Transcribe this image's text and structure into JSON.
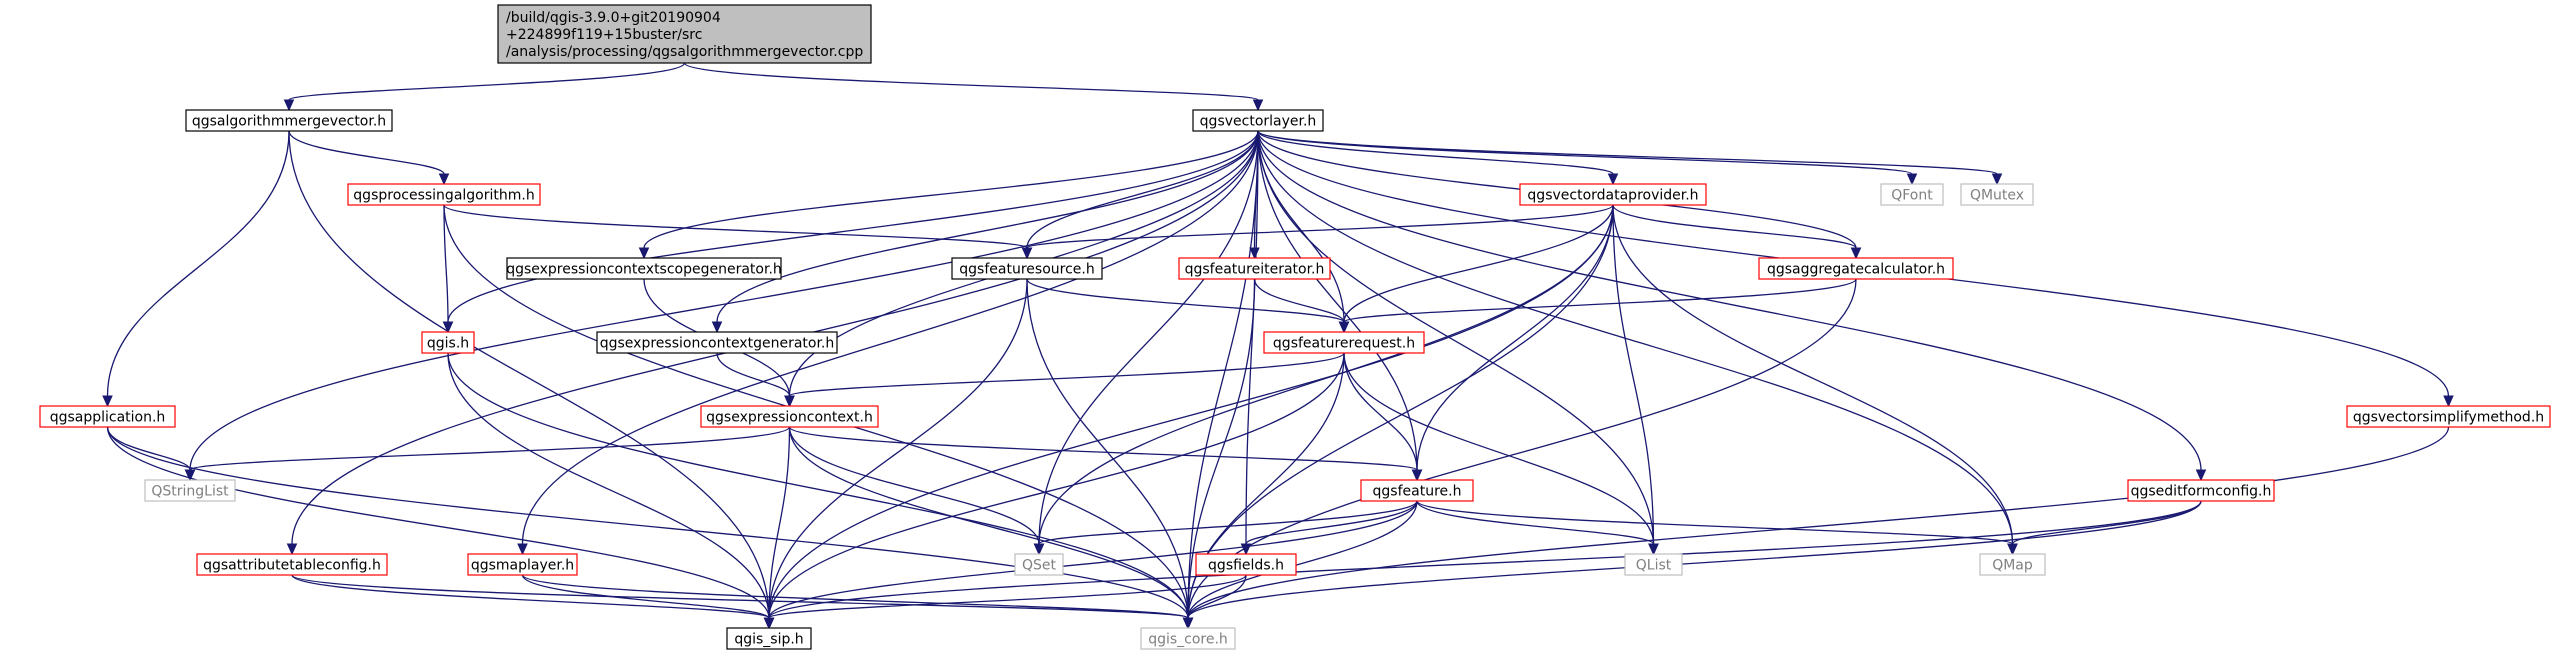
{
  "colors": {
    "edge": "#191970",
    "node_text": "#000000",
    "node_fill": "#ffffff",
    "root_fill": "#bfbfbf",
    "border_black": "#000000",
    "border_red": "#ff0000",
    "border_grey": "#bfbfbf",
    "text_grey": "#808080"
  },
  "nodes": [
    {
      "id": "root",
      "lines": [
        "/build/qgis-3.9.0+git20190904",
        "+224899f119+15buster/src",
        "/analysis/processing/qgsalgorithmmergevector.cpp"
      ],
      "style": "root"
    },
    {
      "id": "mergevector_h",
      "lines": [
        "qgsalgorithmmergevector.h"
      ],
      "style": "black"
    },
    {
      "id": "vectorlayer_h",
      "lines": [
        "qgsvectorlayer.h"
      ],
      "style": "black"
    },
    {
      "id": "processingalgorithm_h",
      "lines": [
        "qgsprocessingalgorithm.h"
      ],
      "style": "red"
    },
    {
      "id": "vectordataprovider_h",
      "lines": [
        "qgsvectordataprovider.h"
      ],
      "style": "red"
    },
    {
      "id": "qfont",
      "lines": [
        "QFont"
      ],
      "style": "grey"
    },
    {
      "id": "qmutex",
      "lines": [
        "QMutex"
      ],
      "style": "grey"
    },
    {
      "id": "scopegenerator_h",
      "lines": [
        "qgsexpressioncontextscopegenerator.h"
      ],
      "style": "black"
    },
    {
      "id": "featuresource_h",
      "lines": [
        "qgsfeaturesource.h"
      ],
      "style": "black"
    },
    {
      "id": "featureiterator_h",
      "lines": [
        "qgsfeatureiterator.h"
      ],
      "style": "red"
    },
    {
      "id": "aggregatecalculator_h",
      "lines": [
        "qgsaggregatecalculator.h"
      ],
      "style": "red"
    },
    {
      "id": "qgis_h",
      "lines": [
        "qgis.h"
      ],
      "style": "red"
    },
    {
      "id": "contextgenerator_h",
      "lines": [
        "qgsexpressioncontextgenerator.h"
      ],
      "style": "black"
    },
    {
      "id": "featurerequest_h",
      "lines": [
        "qgsfeaturerequest.h"
      ],
      "style": "red"
    },
    {
      "id": "application_h",
      "lines": [
        "qgsapplication.h"
      ],
      "style": "red"
    },
    {
      "id": "expressioncontext_h",
      "lines": [
        "qgsexpressioncontext.h"
      ],
      "style": "red"
    },
    {
      "id": "vectorsimplifymethod_h",
      "lines": [
        "qgsvectorsimplifymethod.h"
      ],
      "style": "red"
    },
    {
      "id": "qstringlist",
      "lines": [
        "QStringList"
      ],
      "style": "grey"
    },
    {
      "id": "feature_h",
      "lines": [
        "qgsfeature.h"
      ],
      "style": "red"
    },
    {
      "id": "editformconfig_h",
      "lines": [
        "qgseditformconfig.h"
      ],
      "style": "red"
    },
    {
      "id": "attributetableconfig_h",
      "lines": [
        "qgsattributetableconfig.h"
      ],
      "style": "red"
    },
    {
      "id": "maplayer_h",
      "lines": [
        "qgsmaplayer.h"
      ],
      "style": "red"
    },
    {
      "id": "qset",
      "lines": [
        "QSet"
      ],
      "style": "grey"
    },
    {
      "id": "fields_h",
      "lines": [
        "qgsfields.h"
      ],
      "style": "red"
    },
    {
      "id": "qlist",
      "lines": [
        "QList"
      ],
      "style": "grey"
    },
    {
      "id": "qmap",
      "lines": [
        "QMap"
      ],
      "style": "grey"
    },
    {
      "id": "sip_h",
      "lines": [
        "qgis_sip.h"
      ],
      "style": "black"
    },
    {
      "id": "core_h",
      "lines": [
        "qgis_core.h"
      ],
      "style": "grey"
    }
  ],
  "edges": [
    [
      "root",
      "mergevector_h"
    ],
    [
      "root",
      "vectorlayer_h"
    ],
    [
      "mergevector_h",
      "processingalgorithm_h"
    ],
    [
      "mergevector_h",
      "application_h"
    ],
    [
      "mergevector_h",
      "sip_h"
    ],
    [
      "vectorlayer_h",
      "qstringlist"
    ],
    [
      "vectorlayer_h",
      "attributetableconfig_h"
    ],
    [
      "vectorlayer_h",
      "maplayer_h"
    ],
    [
      "vectorlayer_h",
      "qgis_h"
    ],
    [
      "vectorlayer_h",
      "scopegenerator_h"
    ],
    [
      "vectorlayer_h",
      "contextgenerator_h"
    ],
    [
      "vectorlayer_h",
      "expressioncontext_h"
    ],
    [
      "vectorlayer_h",
      "featuresource_h"
    ],
    [
      "vectorlayer_h",
      "qset"
    ],
    [
      "vectorlayer_h",
      "fields_h"
    ],
    [
      "vectorlayer_h",
      "featureiterator_h"
    ],
    [
      "vectorlayer_h",
      "featurerequest_h"
    ],
    [
      "vectorlayer_h",
      "feature_h"
    ],
    [
      "vectorlayer_h",
      "vectordataprovider_h"
    ],
    [
      "vectorlayer_h",
      "aggregatecalculator_h"
    ],
    [
      "vectorlayer_h",
      "qfont"
    ],
    [
      "vectorlayer_h",
      "qmutex"
    ],
    [
      "vectorlayer_h",
      "qmap"
    ],
    [
      "vectorlayer_h",
      "qlist"
    ],
    [
      "vectorlayer_h",
      "editformconfig_h"
    ],
    [
      "vectorlayer_h",
      "vectorsimplifymethod_h"
    ],
    [
      "vectorlayer_h",
      "core_h"
    ],
    [
      "processingalgorithm_h",
      "featuresource_h"
    ],
    [
      "processingalgorithm_h",
      "qgis_h"
    ],
    [
      "processingalgorithm_h",
      "core_h"
    ],
    [
      "scopegenerator_h",
      "expressioncontext_h"
    ],
    [
      "contextgenerator_h",
      "expressioncontext_h"
    ],
    [
      "featuresource_h",
      "featurerequest_h"
    ],
    [
      "featuresource_h",
      "sip_h"
    ],
    [
      "featuresource_h",
      "core_h"
    ],
    [
      "featureiterator_h",
      "featurerequest_h"
    ],
    [
      "featureiterator_h",
      "core_h"
    ],
    [
      "vectordataprovider_h",
      "featuresource_h"
    ],
    [
      "vectordataprovider_h",
      "featurerequest_h"
    ],
    [
      "vectordataprovider_h",
      "aggregatecalculator_h"
    ],
    [
      "vectordataprovider_h",
      "feature_h"
    ],
    [
      "vectordataprovider_h",
      "qset"
    ],
    [
      "vectordataprovider_h",
      "qlist"
    ],
    [
      "vectordataprovider_h",
      "qmap"
    ],
    [
      "vectordataprovider_h",
      "sip_h"
    ],
    [
      "vectordataprovider_h",
      "core_h"
    ],
    [
      "aggregatecalculator_h",
      "featurerequest_h"
    ],
    [
      "aggregatecalculator_h",
      "core_h"
    ],
    [
      "qgis_h",
      "sip_h"
    ],
    [
      "qgis_h",
      "core_h"
    ],
    [
      "featurerequest_h",
      "expressioncontext_h"
    ],
    [
      "featurerequest_h",
      "feature_h"
    ],
    [
      "featurerequest_h",
      "qlist"
    ],
    [
      "featurerequest_h",
      "sip_h"
    ],
    [
      "featurerequest_h",
      "core_h"
    ],
    [
      "application_h",
      "qstringlist"
    ],
    [
      "application_h",
      "sip_h"
    ],
    [
      "application_h",
      "core_h"
    ],
    [
      "expressioncontext_h",
      "qstringlist"
    ],
    [
      "expressioncontext_h",
      "feature_h"
    ],
    [
      "expressioncontext_h",
      "qset"
    ],
    [
      "expressioncontext_h",
      "sip_h"
    ],
    [
      "expressioncontext_h",
      "core_h"
    ],
    [
      "feature_h",
      "qset"
    ],
    [
      "feature_h",
      "fields_h"
    ],
    [
      "feature_h",
      "qlist"
    ],
    [
      "feature_h",
      "qmap"
    ],
    [
      "feature_h",
      "sip_h"
    ],
    [
      "feature_h",
      "core_h"
    ],
    [
      "editformconfig_h",
      "qmap"
    ],
    [
      "editformconfig_h",
      "sip_h"
    ],
    [
      "editformconfig_h",
      "core_h"
    ],
    [
      "vectorsimplifymethod_h",
      "core_h"
    ],
    [
      "attributetableconfig_h",
      "sip_h"
    ],
    [
      "attributetableconfig_h",
      "core_h"
    ],
    [
      "maplayer_h",
      "sip_h"
    ],
    [
      "maplayer_h",
      "core_h"
    ],
    [
      "fields_h",
      "sip_h"
    ],
    [
      "fields_h",
      "core_h"
    ]
  ]
}
